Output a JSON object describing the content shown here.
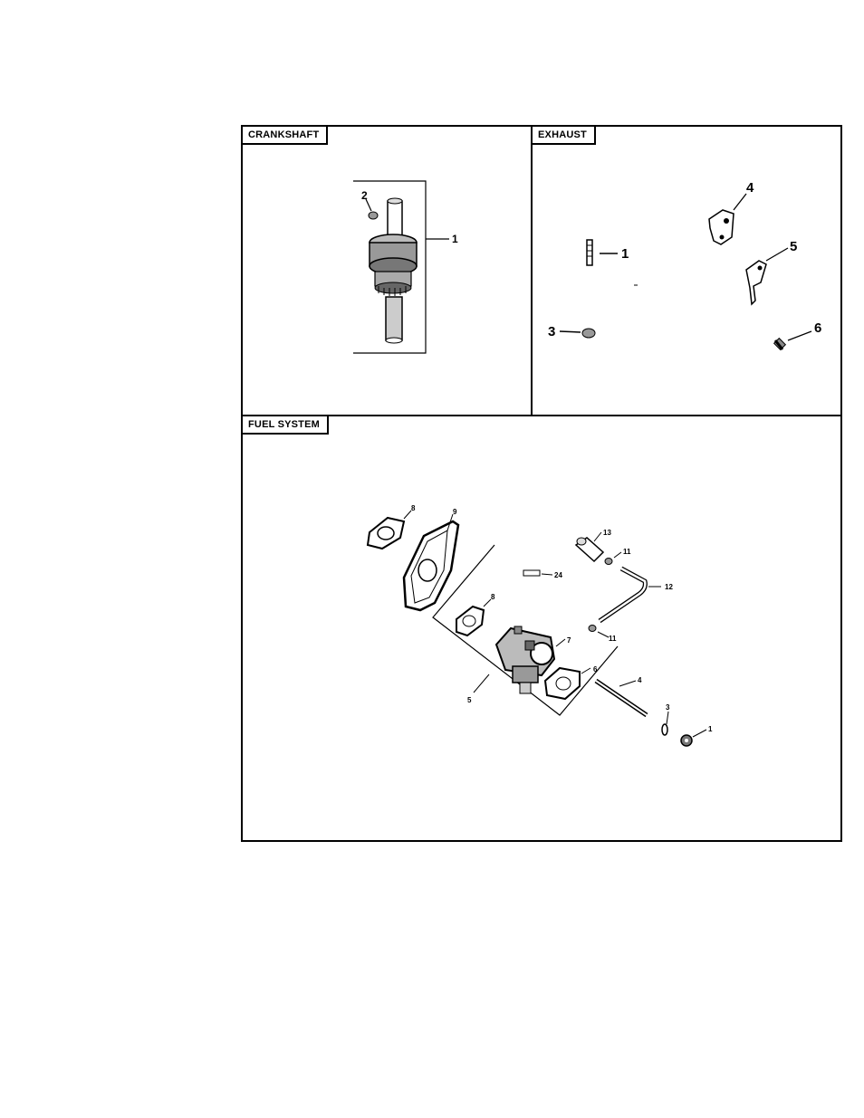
{
  "panels": {
    "crankshaft": {
      "title": "CRANKSHAFT",
      "callouts": [
        "1",
        "2"
      ]
    },
    "exhaust": {
      "title": "EXHAUST",
      "callouts": [
        "1",
        "3",
        "4",
        "5",
        "6"
      ]
    },
    "fuel_system": {
      "title": "FUEL SYSTEM",
      "callouts": [
        "1",
        "3",
        "4",
        "5",
        "6",
        "7",
        "8",
        "8",
        "9",
        "11",
        "11",
        "12",
        "13",
        "24"
      ]
    }
  }
}
